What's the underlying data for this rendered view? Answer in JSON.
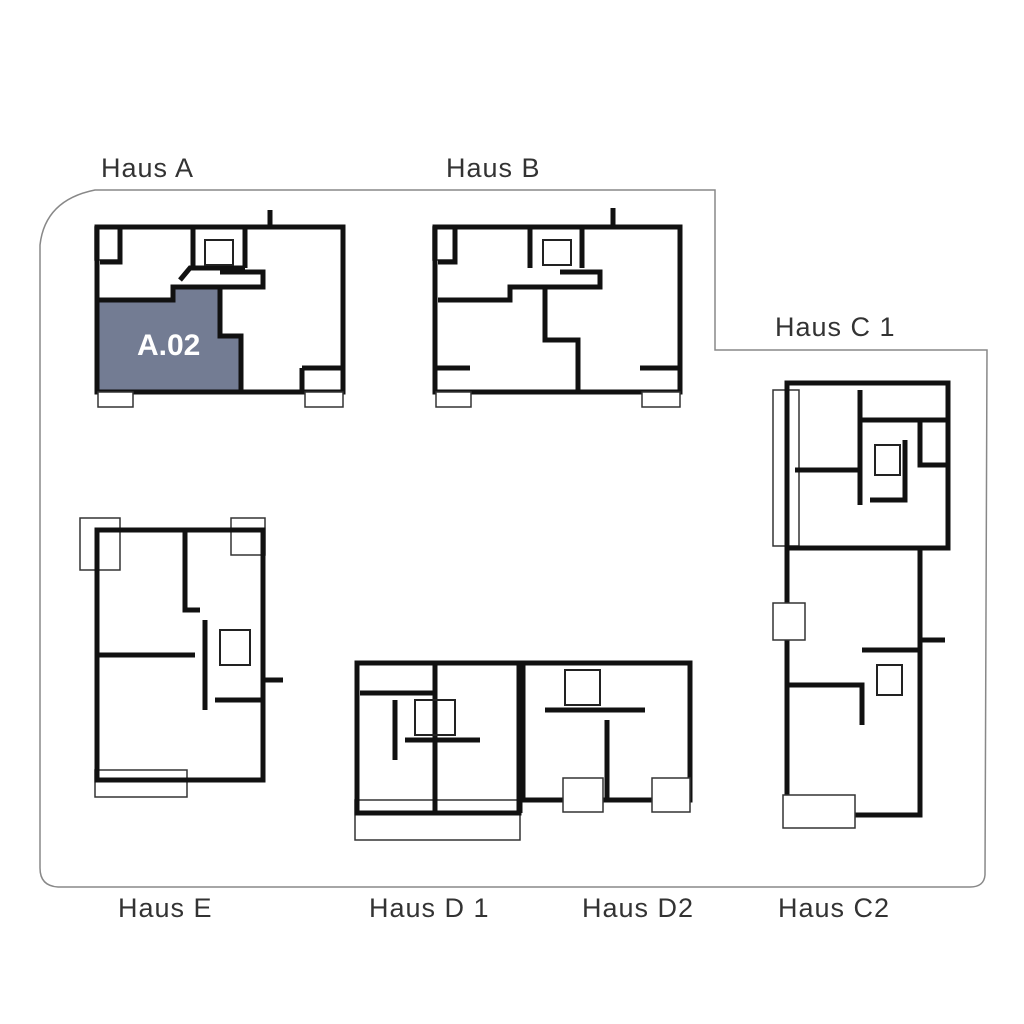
{
  "houses": {
    "a": "Haus A",
    "b": "Haus B",
    "c1": "Haus C 1",
    "c2": "Haus C2",
    "d1": "Haus D 1",
    "d2": "Haus D2",
    "e": "Haus E"
  },
  "selected_unit": {
    "label": "A.02",
    "color": "#737c93"
  }
}
